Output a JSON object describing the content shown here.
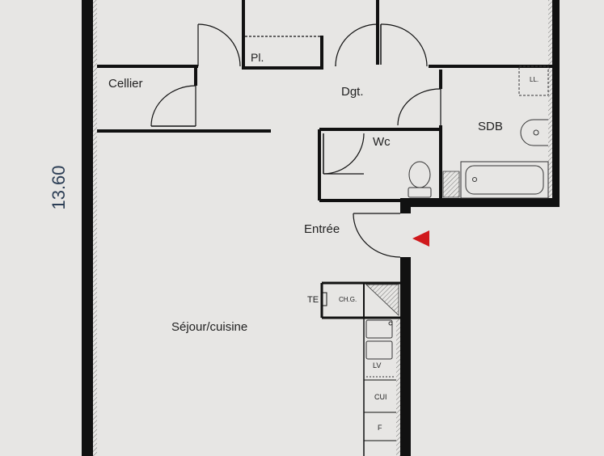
{
  "dimension": {
    "label": "13.60"
  },
  "rooms": {
    "cellier": "Cellier",
    "placard": "Pl.",
    "degagement": "Dgt.",
    "sdb": "SDB",
    "wc": "Wc",
    "entree": "Entrée",
    "sejour": "Séjour/cuisine"
  },
  "fixtures": {
    "lave_linge": "LL.",
    "tableau_electrique": "TE",
    "chaudiere": "CH.G.",
    "lave_vaisselle": "LV",
    "cuisson": "CUI",
    "frigo": "F"
  },
  "colors": {
    "paper": "#e7e6e4",
    "wall": "#111111",
    "dimension_text": "#2c3e55",
    "entry_marker": "#d0191c"
  },
  "icons": {
    "entry_marker": "red-triangle-entry-arrow-icon"
  }
}
